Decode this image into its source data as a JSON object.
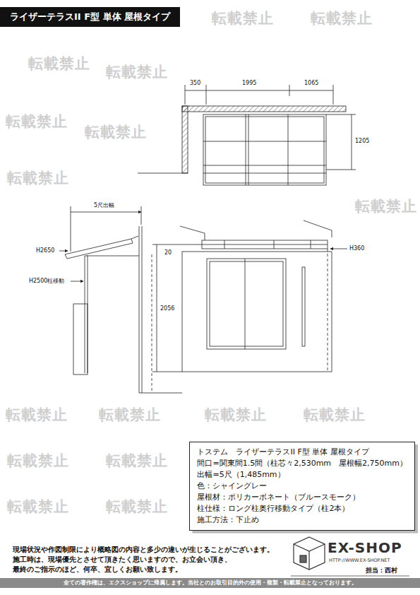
{
  "diagram": {
    "title": "ライザーテラスII F型 単体 屋根タイプ",
    "nodes": [
      {
        "text": [
          "トステム　ライザーテラスII F型 単体 屋根タイプ",
          "間口=関東間1.5間（柱芯々2,530mm　屋根幅2,750mm）",
          "出幅=5尺（1,485mm）",
          "色：シャイングレー",
          "屋根材：ポリカーボネート（ブルースモーク）",
          "柱仕様：ロング柱奥行移動タイプ（柱2本）",
          "施工方法：下止め"
        ]
      },
      {
        "text": [
          "全ての著作権は、エクスショップに帰属します。当社とのお取引目的外の使用・複製・転載禁止となっております。"
        ]
      }
    ],
    "labels": [
      "転載禁止",
      "転載禁止",
      "転載禁止",
      "転載禁止",
      "転載禁止",
      "転載禁止",
      "転載禁止",
      "転載禁止",
      "転載禁止",
      "転載禁止",
      "転載禁止",
      "転載禁止",
      "転載禁止",
      "転載禁止",
      "転載禁止",
      "転載禁止",
      "350",
      "1995",
      "1065",
      "1205",
      "5尺出幅",
      "H2650",
      "H2500柱移動",
      "20",
      "2056",
      "H360",
      "現場状況や作図制限により概略図の内容と多少の違いが生じることがございます。",
      "施工時は、現場優先とさせて頂きたく思いますので、お立会い頂き、",
      "最終のご指示のほど、何卒、宜しくお願い致します。",
      "EX-SHOP",
      "HTTP://WWW.EX-SHOP.NET",
      "担当：西村"
    ]
  }
}
